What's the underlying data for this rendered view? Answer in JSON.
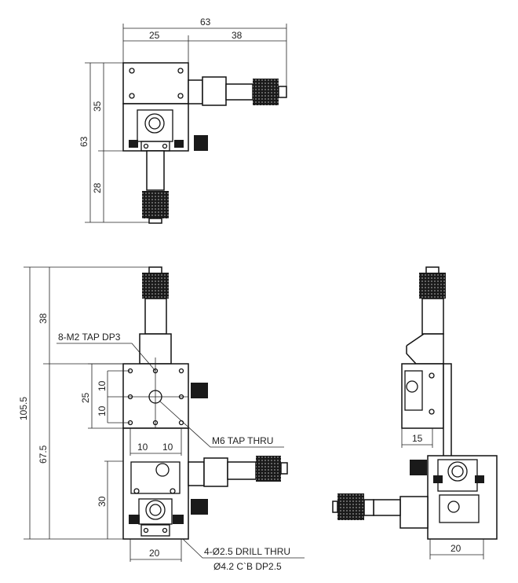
{
  "top_view": {
    "dims": {
      "overall_width": "63",
      "left_width": "25",
      "right_width": "38",
      "overall_height": "63",
      "upper_height": "35",
      "lower_height": "28"
    }
  },
  "front_view": {
    "dims": {
      "overall_height": "105.5",
      "micrometer_height": "38",
      "body_height": "67.5",
      "hole_span": "25",
      "hole_pitch_upper": "10",
      "hole_pitch_lower": "10",
      "lower_height": "30",
      "pitch_left": "10",
      "pitch_right": "10",
      "base_width": "20"
    },
    "notes": {
      "tap_holes": "8-M2 TAP DP3",
      "center_hole": "M6 TAP THRU",
      "drill": "4-Ø2.5 DRILL THRU",
      "counterbore": "Ø4.2 C`B DP2.5"
    }
  },
  "side_view": {
    "dims": {
      "offset": "15",
      "base_width": "20"
    }
  }
}
